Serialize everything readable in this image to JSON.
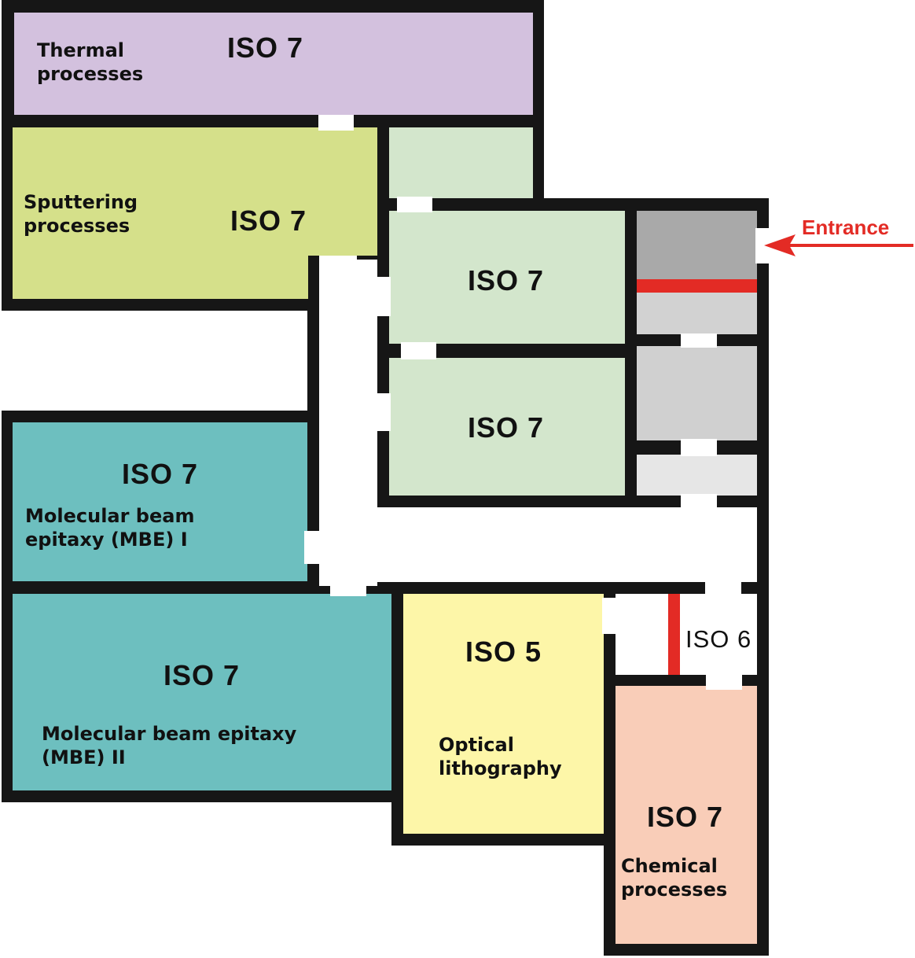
{
  "entrance": {
    "label": "Entrance",
    "color": "#e32b25"
  },
  "rooms": {
    "thermal": {
      "iso": "ISO 7",
      "label1": "Thermal",
      "label2": "processes",
      "color": "#d3c1de"
    },
    "sputtering": {
      "iso": "ISO 7",
      "label1": "Sputtering",
      "label2": "processes",
      "color": "#d5e08a"
    },
    "upper_clean": {
      "iso": "ISO 7",
      "color": "#d3e6cc"
    },
    "lower_clean": {
      "iso": "ISO 7",
      "color": "#d3e6cc"
    },
    "mbe1": {
      "iso": "ISO 7",
      "label1": "Molecular beam",
      "label2": "epitaxy (MBE) I",
      "color": "#6dbfbf"
    },
    "mbe2": {
      "iso": "ISO 7",
      "label1": "Molecular beam epitaxy",
      "label2": "(MBE) II",
      "color": "#6dbfbf"
    },
    "litho": {
      "iso": "ISO 5",
      "label1": "Optical",
      "label2": "lithography",
      "color": "#fdf6a8"
    },
    "iso6": {
      "iso": "ISO 6"
    },
    "chemical": {
      "iso": "ISO 7",
      "label1": "Chemical",
      "label2": "processes",
      "color": "#f9cdb8"
    }
  }
}
